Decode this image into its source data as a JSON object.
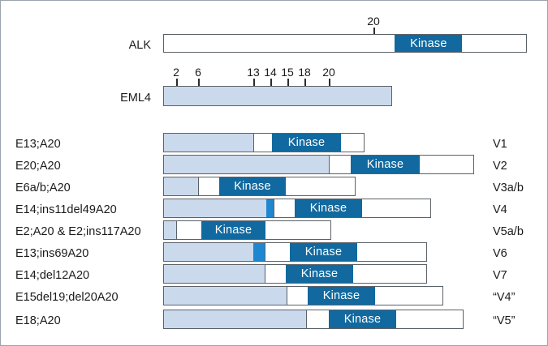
{
  "figure": {
    "title": "EML4-ALK fusion variants schematic",
    "colors": {
      "eml4_fill": "#cbd9ec",
      "kinase_fill": "#11699f",
      "insert_fill": "#1e87d0",
      "outline": "#5b6168",
      "background": "#ffffff",
      "frame": "#9aa3ad"
    }
  },
  "reference": {
    "alk": {
      "label": "ALK",
      "kinase_label": "Kinase",
      "tick_label": "20"
    },
    "eml4": {
      "label": "EML4",
      "tick_labels": [
        "2",
        "6",
        "13",
        "14",
        "15",
        "18",
        "20"
      ]
    }
  },
  "variants": [
    {
      "name": "E13;A20",
      "variant": "V1",
      "kinase_label": "Kinase"
    },
    {
      "name": "E20;A20",
      "variant": "V2",
      "kinase_label": "Kinase"
    },
    {
      "name": "E6a/b;A20",
      "variant": "V3a/b",
      "kinase_label": "Kinase"
    },
    {
      "name": "E14;ins11del49A20",
      "variant": "V4",
      "kinase_label": "Kinase"
    },
    {
      "name": "E2;A20 & E2;ins117A20",
      "variant": "V5a/b",
      "kinase_label": "Kinase"
    },
    {
      "name": "E13;ins69A20",
      "variant": "V6",
      "kinase_label": "Kinase"
    },
    {
      "name": "E14;del12A20",
      "variant": "V7",
      "kinase_label": "Kinase"
    },
    {
      "name": "E15del19;del20A20",
      "variant": "“V4”",
      "kinase_label": "Kinase"
    },
    {
      "name": "E18;A20",
      "variant": "“V5”",
      "kinase_label": "Kinase"
    }
  ]
}
